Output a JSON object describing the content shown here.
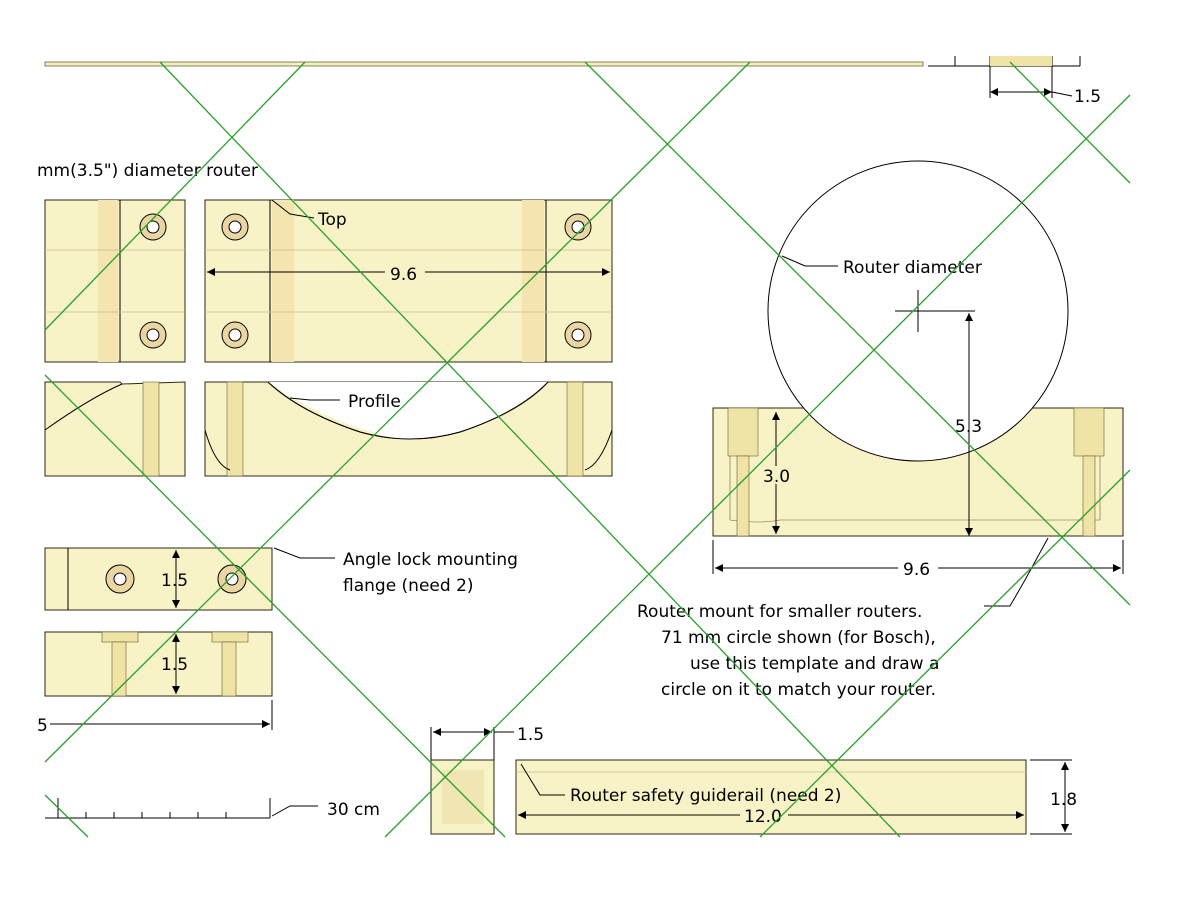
{
  "labels": {
    "title_fragment": "mm(3.5\") diameter router",
    "top": "Top",
    "profile": "Profile",
    "router_diameter": "Router diameter",
    "flange_line1": "Angle lock mounting",
    "flange_line2": "flange (need 2)",
    "mount_line1": "Router mount for smaller routers.",
    "mount_line2": "71 mm circle shown (for Bosch),",
    "mount_line3": "use this template and draw a",
    "mount_line4": "circle on it to match your router.",
    "guiderail": "Router safety guiderail (need 2)",
    "scale": "30 cm"
  },
  "dimensions": {
    "top_right_width": "1.5",
    "top_length": "9.6",
    "mount_height_total": "5.3",
    "mount_height_base": "3.0",
    "mount_length": "9.6",
    "flange_height": "1.5",
    "flange_profile_height": "1.5",
    "flange_partial": "5",
    "guiderail_end_width": "1.5",
    "guiderail_length": "12.0",
    "guiderail_height": "1.8"
  },
  "colors": {
    "part_fill": "#f7f3c6",
    "guide_lines": "#2aa02a"
  }
}
